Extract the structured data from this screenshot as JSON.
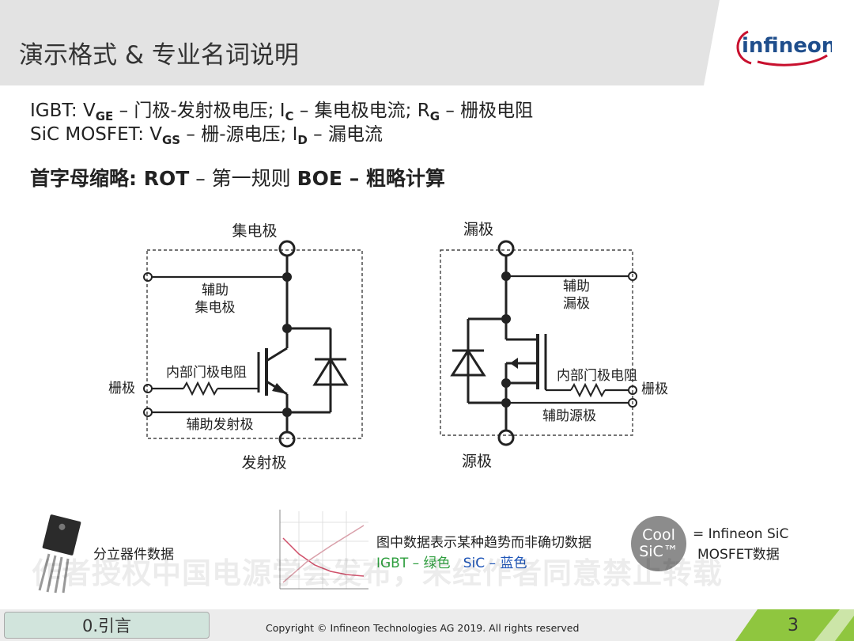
{
  "header": {
    "title": "演示格式 & 专业名词说明",
    "logo_text": "infineon"
  },
  "definitions": {
    "igbt": {
      "prefix": "IGBT: V",
      "sub1": "GE",
      "text1": " – 门极-发射极电压; I",
      "sub2": "C",
      "text2": " – 集电极电流; R",
      "sub3": "G",
      "text3": " – 栅极电阻"
    },
    "sic": {
      "prefix": "SiC MOSFET: V",
      "sub1": "GS",
      "text1": " – 栅-源电压; I",
      "sub2": "D",
      "text2": " – 漏电流"
    }
  },
  "acronyms": {
    "label": "首字母缩略:",
    "rot": "ROT",
    "rot_desc": " – 第一规则  ",
    "boe": "BOE –",
    "boe_desc": " 粗略计算"
  },
  "igbt_diagram": {
    "collector": "集电极",
    "aux_collector_1": "辅助",
    "aux_collector_2": "集电极",
    "internal_gate_resistor": "内部门极电阻",
    "gate": "栅极",
    "aux_emitter": "辅助发射极",
    "emitter": "发射极"
  },
  "sic_diagram": {
    "drain": "漏极",
    "aux_drain_1": "辅助",
    "aux_drain_2": "漏极",
    "internal_gate_resistor": "内部门极电阻",
    "gate": "栅极",
    "aux_source": "辅助源极",
    "source": "源极"
  },
  "bottom": {
    "discrete_label": "分立器件数据",
    "trend_note": "图中数据表示某种趋势而非确切数据",
    "legend_igbt": "IGBT – 绿色",
    "legend_sic": "SiC – 蓝色",
    "coolsic_line1": "Cool",
    "coolsic_line2": "SiC™",
    "coolsic_def_1": "= Infineon SiC",
    "coolsic_def_2": "MOSFET数据",
    "watermark": "作者授权中国电源学会发布，未经作者同意禁止转载"
  },
  "footer": {
    "section": "0.引言",
    "copyright": "Copyright © Infineon Technologies AG 2019. All rights reserved",
    "page": "3"
  },
  "colors": {
    "igbt_green": "#2e9e3e",
    "sic_blue": "#1f56b8",
    "footer_green": "#8fc63f",
    "title_bar": "#e3e3e3"
  }
}
